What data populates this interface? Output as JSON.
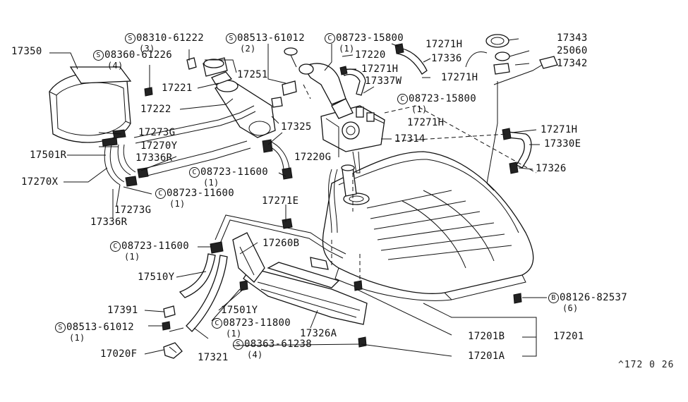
{
  "diagram_code": "^172 0 26",
  "labels": [
    {
      "id": "17350",
      "text": "17350"
    },
    {
      "id": "s08310",
      "prefix": "S",
      "text": "08310-61222",
      "qty": "(3)"
    },
    {
      "id": "s08360",
      "prefix": "S",
      "text": "08360-61226",
      "qty": "(4)"
    },
    {
      "id": "s08513a",
      "prefix": "S",
      "text": "08513-61012",
      "qty": "(2)"
    },
    {
      "id": "c08723a",
      "prefix": "C",
      "text": "08723-15800",
      "qty": "(1)"
    },
    {
      "id": "17271h_a",
      "text": "17271H"
    },
    {
      "id": "17220",
      "text": "17220"
    },
    {
      "id": "17336",
      "text": "17336"
    },
    {
      "id": "17343",
      "text": "17343"
    },
    {
      "id": "25060",
      "text": "25060"
    },
    {
      "id": "17342",
      "text": "17342"
    },
    {
      "id": "17251",
      "text": "17251"
    },
    {
      "id": "17271h_b",
      "text": "17271H"
    },
    {
      "id": "17271h_c",
      "text": "17271H"
    },
    {
      "id": "17337w",
      "text": "17337W"
    },
    {
      "id": "17221",
      "text": "17221"
    },
    {
      "id": "c08723b",
      "prefix": "C",
      "text": "08723-15800",
      "qty": "(1)"
    },
    {
      "id": "17222",
      "text": "17222"
    },
    {
      "id": "17271h_d",
      "text": "17271H"
    },
    {
      "id": "17273g_a",
      "text": "17273G"
    },
    {
      "id": "17325",
      "text": "17325"
    },
    {
      "id": "17271h_e",
      "text": "17271H"
    },
    {
      "id": "17314",
      "text": "17314"
    },
    {
      "id": "17270y",
      "text": "17270Y"
    },
    {
      "id": "17501r",
      "text": "17501R"
    },
    {
      "id": "17336r_a",
      "text": "17336R"
    },
    {
      "id": "17220g",
      "text": "17220G"
    },
    {
      "id": "17330e",
      "text": "17330E"
    },
    {
      "id": "c08723c",
      "prefix": "C",
      "text": "08723-11600",
      "qty": "(1)"
    },
    {
      "id": "17326",
      "text": "17326"
    },
    {
      "id": "17270x",
      "text": "17270X"
    },
    {
      "id": "c08723d",
      "prefix": "C",
      "text": "08723-11600",
      "qty": "(1)"
    },
    {
      "id": "17273g_b",
      "text": "17273G"
    },
    {
      "id": "17271e",
      "text": "17271E"
    },
    {
      "id": "17336r_b",
      "text": "17336R"
    },
    {
      "id": "17260b",
      "text": "17260B"
    },
    {
      "id": "c08723e",
      "prefix": "C",
      "text": "08723-11600",
      "qty": "(1)"
    },
    {
      "id": "17510y",
      "text": "17510Y"
    },
    {
      "id": "b08126",
      "prefix": "B",
      "text": "08126-82537",
      "qty": "(6)"
    },
    {
      "id": "17391",
      "text": "17391"
    },
    {
      "id": "17501y",
      "text": "17501Y"
    },
    {
      "id": "c08723f",
      "prefix": "C",
      "text": "08723-11800",
      "qty": "(1)"
    },
    {
      "id": "s08513b",
      "prefix": "S",
      "text": "08513-61012",
      "qty": "(1)"
    },
    {
      "id": "17326a",
      "text": "17326A"
    },
    {
      "id": "17201b",
      "text": "17201B"
    },
    {
      "id": "17201",
      "text": "17201"
    },
    {
      "id": "s08363",
      "prefix": "S",
      "text": "08363-61238",
      "qty": "(4)"
    },
    {
      "id": "17020f",
      "text": "17020F"
    },
    {
      "id": "17321",
      "text": "17321"
    },
    {
      "id": "17201a",
      "text": "17201A"
    }
  ]
}
